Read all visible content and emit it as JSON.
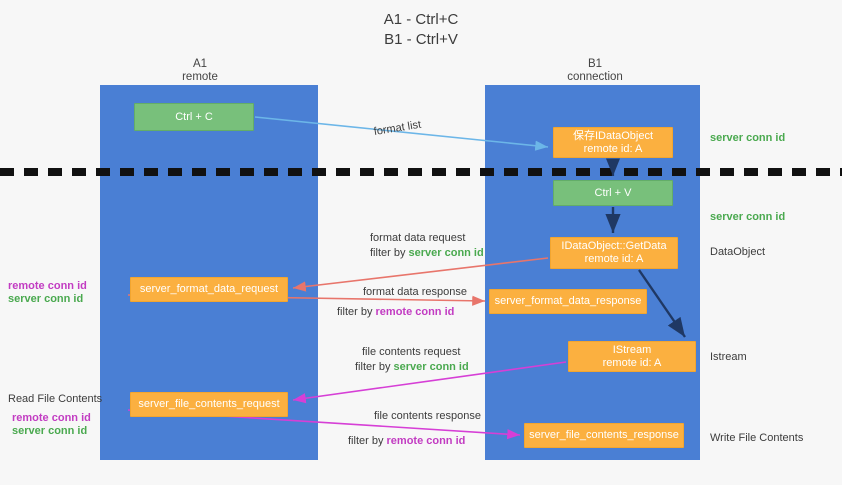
{
  "title": {
    "line1": "A1 - Ctrl+C",
    "line2": "B1 - Ctrl+V"
  },
  "lanes": [
    {
      "name": "A1",
      "subtitle": "remote",
      "color": "#4a7fd4"
    },
    {
      "name": "B1",
      "subtitle": "connection",
      "color": "#4a7fd4"
    }
  ],
  "boxes": {
    "ctrl_c": {
      "label": "Ctrl + C",
      "color": "#78c07b"
    },
    "idataobject": {
      "line1": "保存IDataObject",
      "line2": "remote id: A",
      "color": "#fbb040"
    },
    "ctrl_v": {
      "label": "Ctrl + V",
      "color": "#78c07b"
    },
    "getdata": {
      "line1": "IDataObject::GetData",
      "line2": "remote id: A",
      "color": "#fbb040"
    },
    "format_data_request": {
      "label": "server_format_data_request",
      "color": "#fbb040"
    },
    "format_data_response": {
      "label": "server_format_data_response",
      "color": "#fbb040"
    },
    "istream": {
      "line1": "IStream",
      "line2": "remote id: A",
      "color": "#fbb040"
    },
    "file_contents_request": {
      "label": "server_file_contents_request",
      "color": "#fbb040"
    },
    "file_contents_response": {
      "label": "server_file_contents_response",
      "color": "#fbb040"
    }
  },
  "edge_labels": {
    "format_list": "format list",
    "format_data_request": "format data request",
    "format_data_request_filter_prefix": "filter by ",
    "format_data_request_filter_key": "server conn id",
    "format_data_response": "format data response",
    "format_data_response_filter_prefix": "filter by ",
    "format_data_response_filter_key": "remote conn id",
    "file_contents_request": "file contents request",
    "file_contents_request_filter_prefix": "filter by ",
    "file_contents_request_filter_key": "server conn id",
    "file_contents_response": "file contents response",
    "file_contents_response_filter_prefix": "filter by ",
    "file_contents_response_filter_key": "remote conn id"
  },
  "annotations": {
    "server_conn_id_top": "server conn id",
    "server_conn_id_mid": "server conn id",
    "dataobject": "DataObject",
    "istream": "Istream",
    "write_file_contents": "Write File Contents",
    "read_file_contents": "Read File Contents",
    "left_remote_conn_id_1": "remote conn id",
    "left_server_conn_id_1": "server conn id",
    "left_remote_conn_id_2": "remote conn id",
    "left_server_conn_id_2": "server conn id"
  },
  "colors": {
    "lane": "#4a7fd4",
    "green_box": "#78c07b",
    "orange_box": "#fbb040",
    "server_conn_id": "#4aa94f",
    "remote_conn_id": "#c23cc2",
    "arrow_format_list": "#6cb6e8",
    "arrow_format_data": "#e8756b",
    "arrow_file_contents": "#d63fd6",
    "arrow_flow": "#1f3864",
    "divider": "#111111"
  }
}
